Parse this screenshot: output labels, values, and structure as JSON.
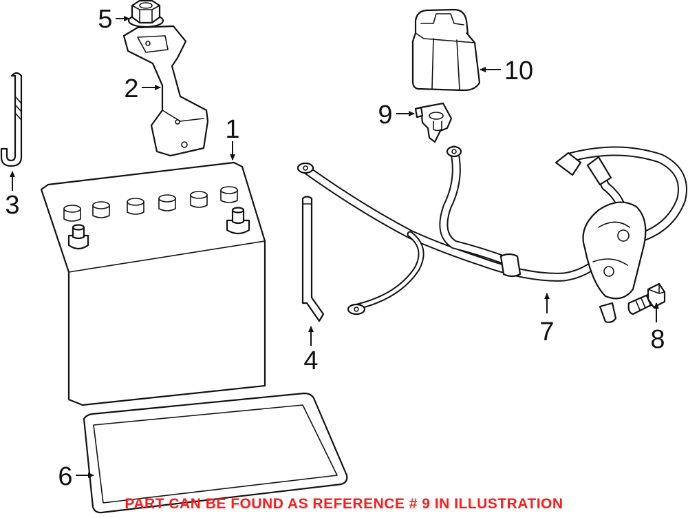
{
  "references": {
    "r1": "1",
    "r2": "2",
    "r3": "3",
    "r4": "4",
    "r5": "5",
    "r6": "6",
    "r7": "7",
    "r8": "8",
    "r9": "9",
    "r10": "10"
  },
  "note": "PART CAN BE FOUND AS REFERENCE # 9 IN ILLUSTRATION",
  "colors": {
    "note": "#ff1a1a",
    "line": "#111111",
    "background": "#ffffff"
  }
}
